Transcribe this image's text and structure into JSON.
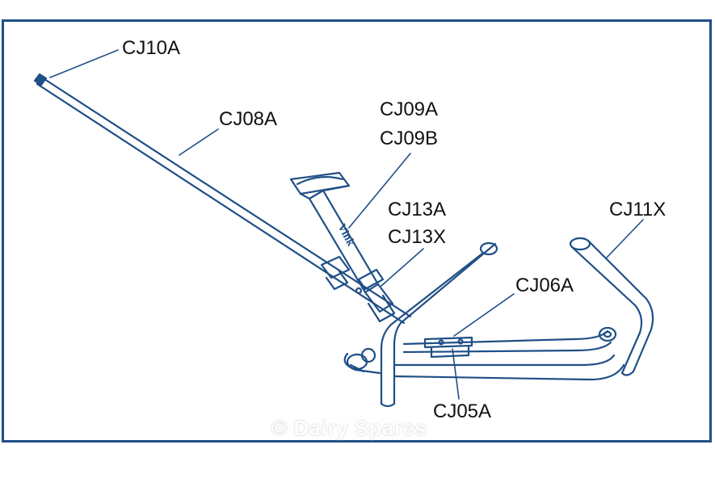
{
  "diagram": {
    "part_labels": {
      "cj10a": "CJ10A",
      "cj08a": "CJ08A",
      "cj09a": "CJ09A",
      "cj09b": "CJ09B",
      "cj13a": "CJ13A",
      "cj13x": "CJ13X",
      "cj11x": "CJ11X",
      "cj06a": "CJ06A",
      "cj05a": "CJ05A"
    },
    "handle_lettering": "Vink",
    "watermark": "© Dairy Spares"
  },
  "colors": {
    "frame_border": "#1f4f86",
    "line_art": "#1f4f86",
    "label_text": "#111111"
  }
}
